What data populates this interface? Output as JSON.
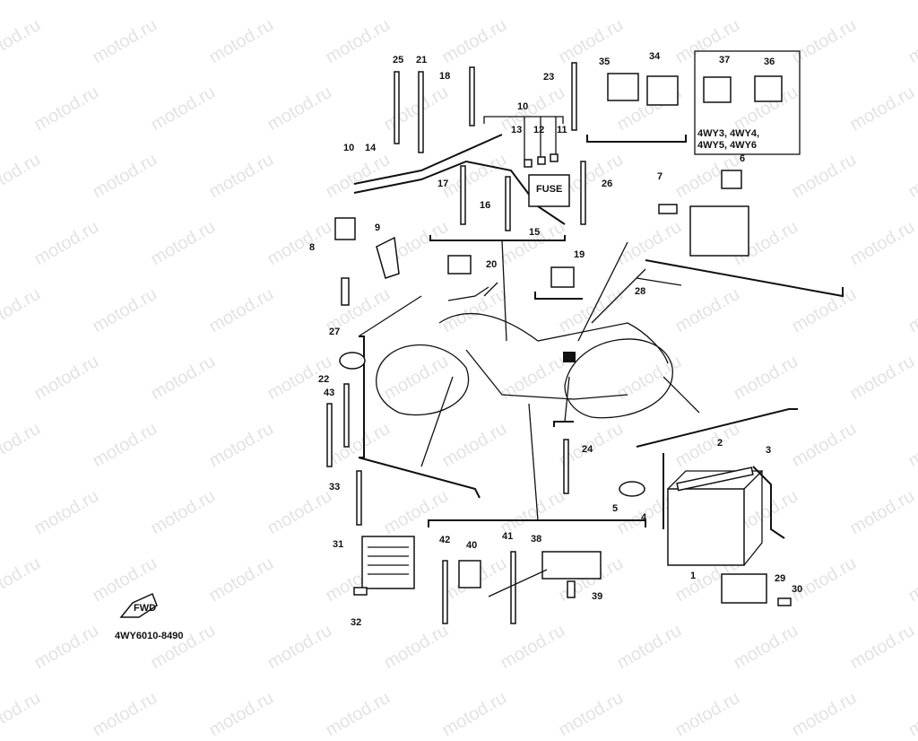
{
  "watermark": "motod.ru",
  "diagram_code": "4WY6010-8490",
  "front_arrow_label": "FWD",
  "variant_note": [
    "4WY3, 4WY4,",
    "4WY5, 4WY6"
  ],
  "fuse_box_label": "FUSE",
  "callouts": {
    "c1": "1",
    "c2": "2",
    "c3": "3",
    "c4": "4",
    "c5": "5",
    "c6": "6",
    "c7": "7",
    "c8": "8",
    "c9": "9",
    "c10a": "10",
    "c10b": "10",
    "c11": "11",
    "c12": "12",
    "c13": "13",
    "c14": "14",
    "c15": "15",
    "c16": "16",
    "c17": "17",
    "c18": "18",
    "c19": "19",
    "c20": "20",
    "c21": "21",
    "c22": "22",
    "c23": "23",
    "c24": "24",
    "c25": "25",
    "c26": "26",
    "c27": "27",
    "c28": "28",
    "c29": "29",
    "c30": "30",
    "c31": "31",
    "c32": "32",
    "c33": "33",
    "c34": "34",
    "c35": "35",
    "c36": "36",
    "c37": "37",
    "c38": "38",
    "c39": "39",
    "c40": "40",
    "c41": "41",
    "c42": "42",
    "c43": "43"
  }
}
